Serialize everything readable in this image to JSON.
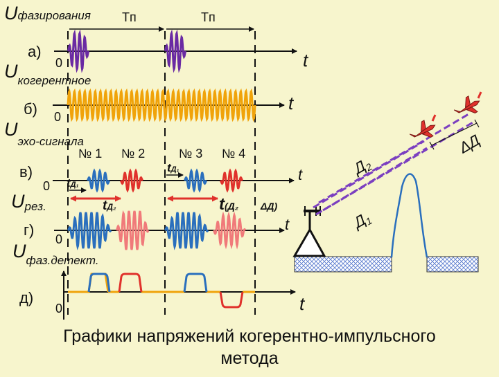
{
  "title_line1": "Графики напряжений когерентно-импульсного",
  "title_line2": "метода",
  "labels": {
    "u_phasing_U": "U",
    "u_phasing_sub": "фазирования",
    "tp1": "Tп",
    "tp2": "Tп",
    "a": "а)",
    "zero_a": "0",
    "t_a": "t",
    "u_coh_U": "U",
    "u_coh_sub": "когерентное",
    "b": "б)",
    "zero_b": "0",
    "t_b": "t",
    "u_echo_U": "U",
    "u_echo_sub": "эхо-сигнала",
    "n1": "№ 1",
    "n2": "№ 2",
    "n3": "№ 3",
    "n4": "№ 4",
    "v": "в)",
    "zero_v": "0",
    "td1_a_t": "t",
    "td1_a_sub": "Д₁",
    "td1_b_t": "t",
    "td1_b_sub": "Д₁",
    "t_v": "t",
    "u_res_U": "U",
    "u_res_sub": "рез.",
    "td2_a_t": "t",
    "td2_a_sub": "Д₂",
    "td2_b_t": "t",
    "td2_b_sub": "(Д₂",
    "delta_d": "ΔД)",
    "g": "г)",
    "zero_g": "0",
    "t_g": "t",
    "u_phdet_U": "U",
    "u_phdet_sub": "фаз.детект.",
    "d": "д)",
    "zero_d": "0",
    "t_d": "t",
    "D2": "Д",
    "D2_sub": "2",
    "D1": "Д",
    "D1_sub": "1",
    "deltaD_right": "ΔД"
  },
  "colors": {
    "phasing": "#6a2aa3",
    "coherent": "#f0a30a",
    "echo_blue": "#2a6fbd",
    "echo_red": "#e0312b",
    "echo_pink": "#f07a7a",
    "axis": "#111111",
    "dashed_ray": "#7b3fc0",
    "aircraft": "#e0312b",
    "hatch": "#5577cc"
  },
  "icons": [
    "radar-antenna-icon",
    "aircraft-1-icon",
    "aircraft-2-icon",
    "terrain-peak-icon"
  ]
}
